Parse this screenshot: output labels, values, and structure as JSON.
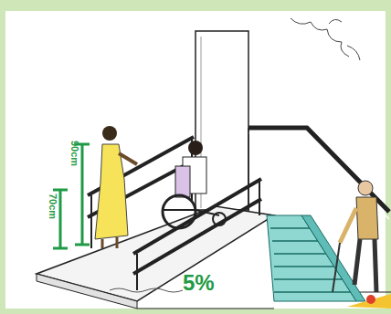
{
  "diagram": {
    "labels": [
      "90cm",
      "70cm",
      "5%"
    ]
  }
}
